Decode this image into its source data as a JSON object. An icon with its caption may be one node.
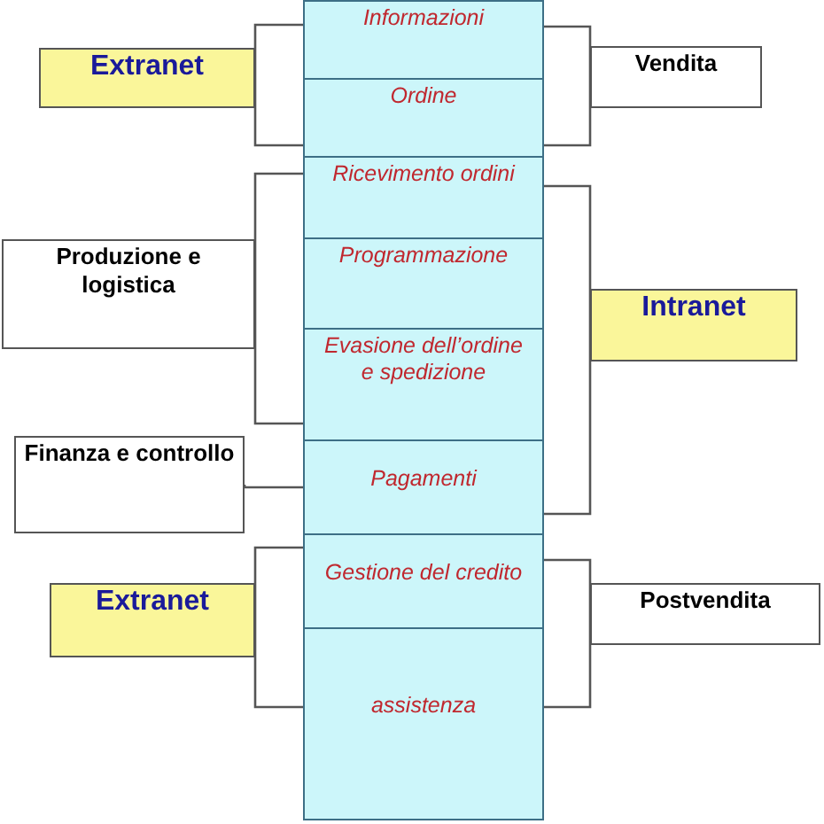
{
  "diagram": {
    "nodes": [
      {
        "text": [
          "Extranet"
        ]
      },
      {
        "text": [
          "Informazioni"
        ]
      },
      {
        "text": [
          "Vendita"
        ]
      },
      {
        "text": [
          "Ordine"
        ]
      },
      {
        "text": [
          "Ricevimento ordini"
        ]
      },
      {
        "text": [
          "Produzione e logistica"
        ]
      },
      {
        "text": [
          "Programmazione"
        ]
      },
      {
        "text": [
          "Intranet"
        ]
      },
      {
        "text": [
          "Evasione dell’ordine e spedizione"
        ]
      },
      {
        "text": [
          "Finanza e controllo"
        ]
      },
      {
        "text": [
          "Pagamenti"
        ]
      },
      {
        "text": [
          "Extranet"
        ]
      },
      {
        "text": [
          "Gestione del credito"
        ]
      },
      {
        "text": [
          "Postvendita"
        ]
      },
      {
        "text": [
          "assistenza"
        ]
      }
    ],
    "edges": [
      {
        "from": 0,
        "to": 1,
        "arrow": "none"
      },
      {
        "from": 0,
        "to": 3,
        "arrow": "none"
      },
      {
        "from": 2,
        "to": 1,
        "arrow": "none"
      },
      {
        "from": 2,
        "to": 3,
        "arrow": "none"
      },
      {
        "from": 5,
        "to": 4,
        "arrow": "none"
      },
      {
        "from": 5,
        "to": 8,
        "arrow": "none"
      },
      {
        "from": 7,
        "to": 4,
        "arrow": "none"
      },
      {
        "from": 7,
        "to": 10,
        "arrow": "none"
      },
      {
        "from": 9,
        "to": 10,
        "arrow": "none"
      },
      {
        "from": 11,
        "to": 12,
        "arrow": "none"
      },
      {
        "from": 11,
        "to": 14,
        "arrow": "none"
      },
      {
        "from": 13,
        "to": 12,
        "arrow": "none"
      },
      {
        "from": 13,
        "to": 14,
        "arrow": "none"
      }
    ]
  }
}
